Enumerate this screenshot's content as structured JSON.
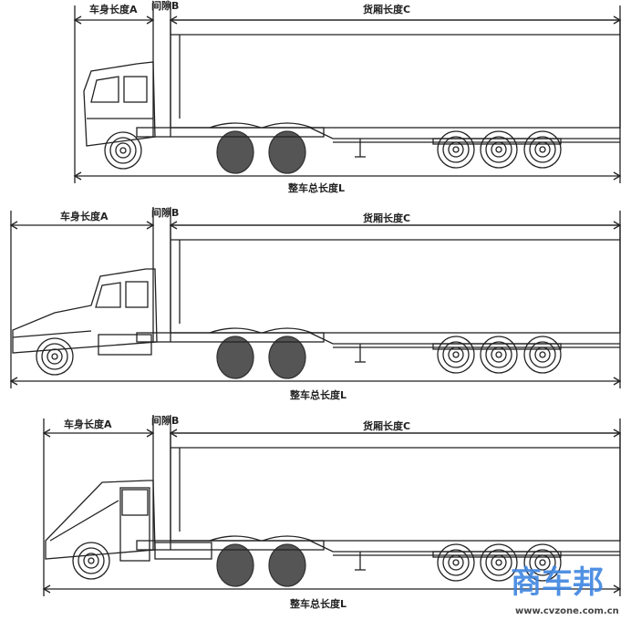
{
  "panels": [
    {
      "cab_type": "cab-over",
      "label_a": "车身长度A",
      "label_b": "间隙B",
      "label_c": "货厢长度C",
      "label_l": "整车总长度L"
    },
    {
      "cab_type": "long-nose",
      "label_a": "车身长度A",
      "label_b": "间隙B",
      "label_c": "货厢长度C",
      "label_l": "整车总长度L"
    },
    {
      "cab_type": "aero-nose",
      "label_a": "车身长度A",
      "label_b": "间隙B",
      "label_c": "货厢长度C",
      "label_l": "整车总长度L"
    }
  ],
  "watermark": {
    "name": "商车邦",
    "url": "www.cvzone.com.cn",
    "color": "#3f86e0"
  }
}
